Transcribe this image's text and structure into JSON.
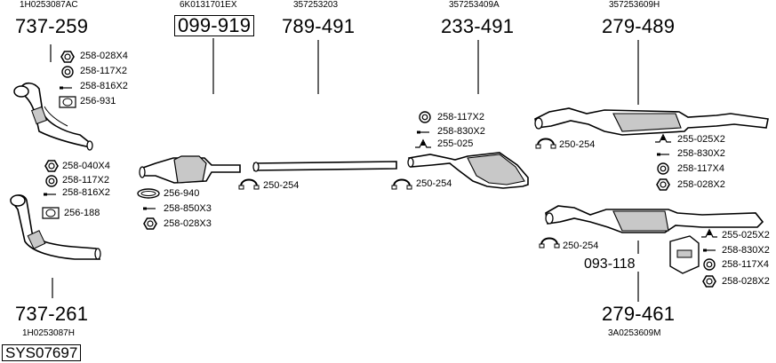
{
  "system": {
    "code": "SYS07697"
  },
  "groups": [
    {
      "oem": "1H0253087AC",
      "part": "737-259"
    },
    {
      "oem": "6K0131701EX",
      "part": "099-919"
    },
    {
      "oem": "357253203",
      "part": "789-491"
    },
    {
      "oem": "357253409A",
      "part": "233-491"
    },
    {
      "oem": "357253609H",
      "part": "279-489"
    },
    {
      "oem": "1H0253087H",
      "part": "737-261"
    },
    {
      "oem": "3A0253609M",
      "part": "279-461"
    },
    {
      "oem": "",
      "part": "093-118"
    }
  ],
  "accessories": {
    "g737259": [
      "258-028X4",
      "258-117X2",
      "258-816X2",
      "256-931"
    ],
    "g737261": [
      "258-040X4",
      "258-117X2",
      "258-816X2",
      "256-188"
    ],
    "g099919": [
      "256-940",
      "258-850X3",
      "258-028X3"
    ],
    "g789491": [
      "250-254"
    ],
    "g233491_top": [
      "258-117X2",
      "258-830X2",
      "255-025"
    ],
    "g233491_bottom": [
      "250-254"
    ],
    "g279489_left": [
      "250-254"
    ],
    "g279489_right": [
      "255-025X2",
      "258-830X2",
      "258-117X4",
      "258-028X2"
    ],
    "g279461_left": [
      "250-254"
    ],
    "g279461_right": [
      "255-025X2",
      "258-830X2",
      "258-117X4",
      "258-028X2"
    ]
  },
  "colors": {
    "line": "#000000",
    "shade": "#c8c8c8",
    "fill": "#ffffff"
  },
  "icons": [
    "hex-nut-icon",
    "washer-icon",
    "bolt-icon",
    "gasket-icon",
    "clamp-icon",
    "bracket-icon",
    "hanger-icon"
  ]
}
